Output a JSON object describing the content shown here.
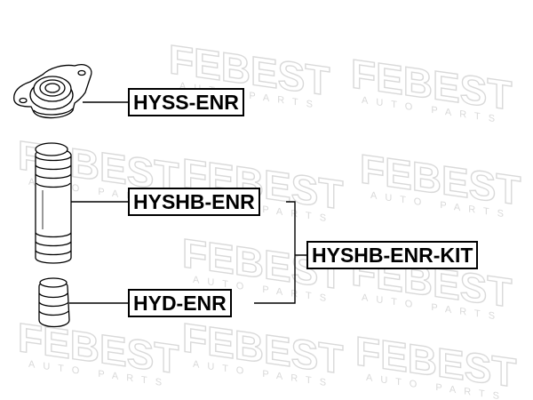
{
  "parts": [
    {
      "id": "hyss",
      "label": "HYSS-ENR"
    },
    {
      "id": "hyshb",
      "label": "HYSHB-ENR"
    },
    {
      "id": "hyd",
      "label": "HYD-ENR"
    }
  ],
  "kit": {
    "label": "HYSHB-ENR-KIT"
  },
  "watermark": {
    "brand": "FEBEST",
    "sub": "AUTO PARTS"
  },
  "colors": {
    "line": "#000000",
    "watermark": "#d9d9d9"
  }
}
